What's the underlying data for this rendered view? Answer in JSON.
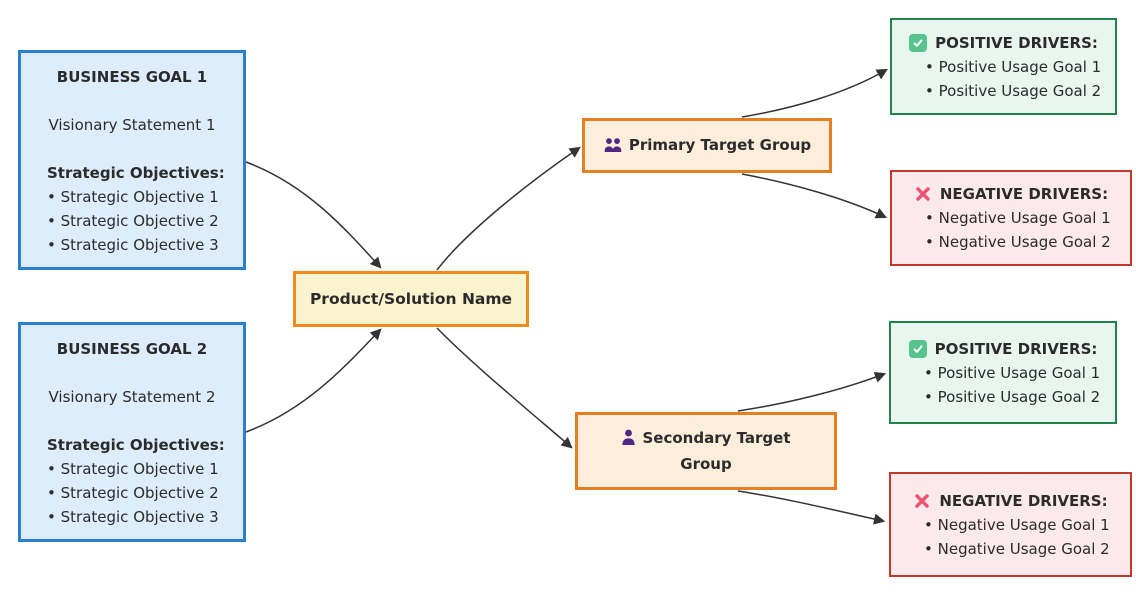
{
  "diagram": {
    "business_goals": [
      {
        "title": "BUSINESS GOAL 1",
        "statement": "Visionary Statement 1",
        "objectives_heading": "Strategic Objectives:",
        "objectives": [
          "Strategic Objective 1",
          "Strategic Objective 2",
          "Strategic Objective 3"
        ]
      },
      {
        "title": "BUSINESS GOAL 2",
        "statement": "Visionary Statement 2",
        "objectives_heading": "Strategic Objectives:",
        "objectives": [
          "Strategic Objective 1",
          "Strategic Objective 2",
          "Strategic Objective 3"
        ]
      }
    ],
    "product": {
      "label": "Product/Solution Name"
    },
    "target_groups": [
      {
        "label": "Primary Target Group",
        "icon": "users-icon"
      },
      {
        "label": "Secondary Target Group",
        "icon": "user-icon"
      }
    ],
    "drivers": [
      {
        "group": "primary",
        "type": "positive",
        "icon": "check-icon",
        "title": "POSITIVE DRIVERS:",
        "items": [
          "Positive Usage Goal 1",
          "Positive Usage Goal 2"
        ]
      },
      {
        "group": "primary",
        "type": "negative",
        "icon": "cross-icon",
        "title": "NEGATIVE DRIVERS:",
        "items": [
          "Negative Usage Goal 1",
          "Negative Usage Goal 2"
        ]
      },
      {
        "group": "secondary",
        "type": "positive",
        "icon": "check-icon",
        "title": "POSITIVE DRIVERS:",
        "items": [
          "Positive Usage Goal 1",
          "Positive Usage Goal 2"
        ]
      },
      {
        "group": "secondary",
        "type": "negative",
        "icon": "cross-icon",
        "title": "NEGATIVE DRIVERS:",
        "items": [
          "Negative Usage Goal 1",
          "Negative Usage Goal 2"
        ]
      }
    ],
    "colors": {
      "goal_fill": "#DEEDFB",
      "goal_border": "#2B7FD0",
      "product_fill": "#FBF3CE",
      "product_border": "#EF8A1C",
      "target_fill": "#FCEEDB",
      "target_border": "#E67E22",
      "positive_fill": "#E9F6EF",
      "positive_border": "#1E8449",
      "negative_fill": "#FCE9EB",
      "negative_border": "#C0392B",
      "edge": "#333333",
      "text": "#2B2B2B",
      "person_icon": "#4F2683",
      "check_icon": "#57C48E",
      "cross_icon": "#EE5273"
    }
  }
}
